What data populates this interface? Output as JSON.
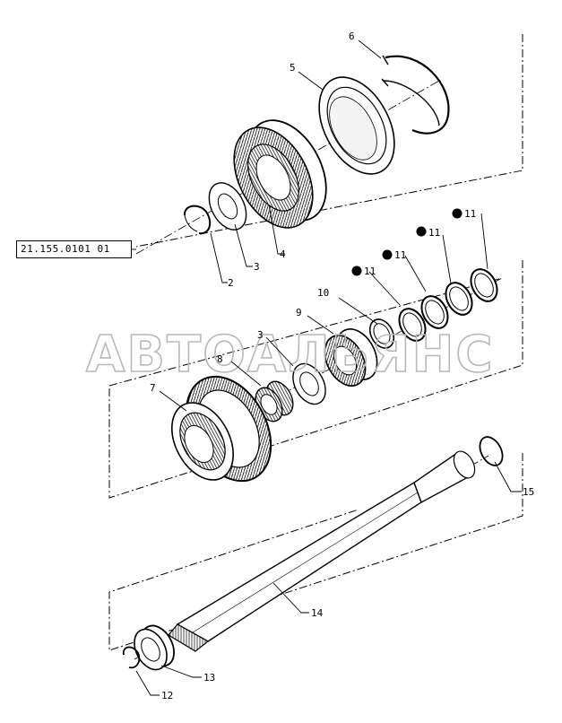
{
  "reference_code": "21.155.0101 01",
  "watermark_text": "АВТОАЛЬЯНС",
  "callouts": [
    {
      "id": "2",
      "text": "2"
    },
    {
      "id": "3a",
      "text": "3"
    },
    {
      "id": "3b",
      "text": "3"
    },
    {
      "id": "4",
      "text": "4"
    },
    {
      "id": "5",
      "text": "5"
    },
    {
      "id": "6",
      "text": "6"
    },
    {
      "id": "7",
      "text": "7"
    },
    {
      "id": "8",
      "text": "8"
    },
    {
      "id": "9",
      "text": "9"
    },
    {
      "id": "10",
      "text": "10"
    },
    {
      "id": "11a",
      "text": "11"
    },
    {
      "id": "11b",
      "text": "11"
    },
    {
      "id": "11c",
      "text": "11"
    },
    {
      "id": "11d",
      "text": "11"
    },
    {
      "id": "12",
      "text": "12"
    },
    {
      "id": "13",
      "text": "13"
    },
    {
      "id": "14",
      "text": "14"
    },
    {
      "id": "15",
      "text": "15"
    }
  ],
  "colors": {
    "line": "#000000",
    "watermark": "#b8b8b8",
    "background": "#ffffff"
  }
}
